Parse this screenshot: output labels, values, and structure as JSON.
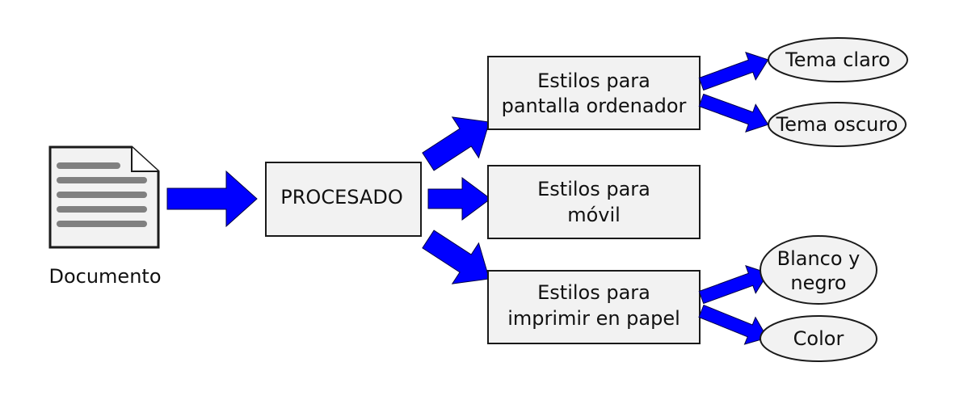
{
  "document": {
    "label": "Documento"
  },
  "process": {
    "label": "PROCESADO"
  },
  "styles": {
    "screen": {
      "line1": "Estilos para",
      "line2": "pantalla ordenador"
    },
    "mobile": {
      "line1": "Estilos para",
      "line2": "móvil"
    },
    "print": {
      "line1": "Estilos para",
      "line2": "imprimir en papel"
    }
  },
  "variants": {
    "light_theme": "Tema claro",
    "dark_theme": "Tema oscuro",
    "bw": {
      "line1": "Blanco y",
      "line2": "negro"
    },
    "color": "Color"
  },
  "colors": {
    "arrow": "#0000ff",
    "box_fill": "#f2f2f2",
    "box_stroke": "#1a1a1a",
    "doc_lines": "#808080"
  }
}
